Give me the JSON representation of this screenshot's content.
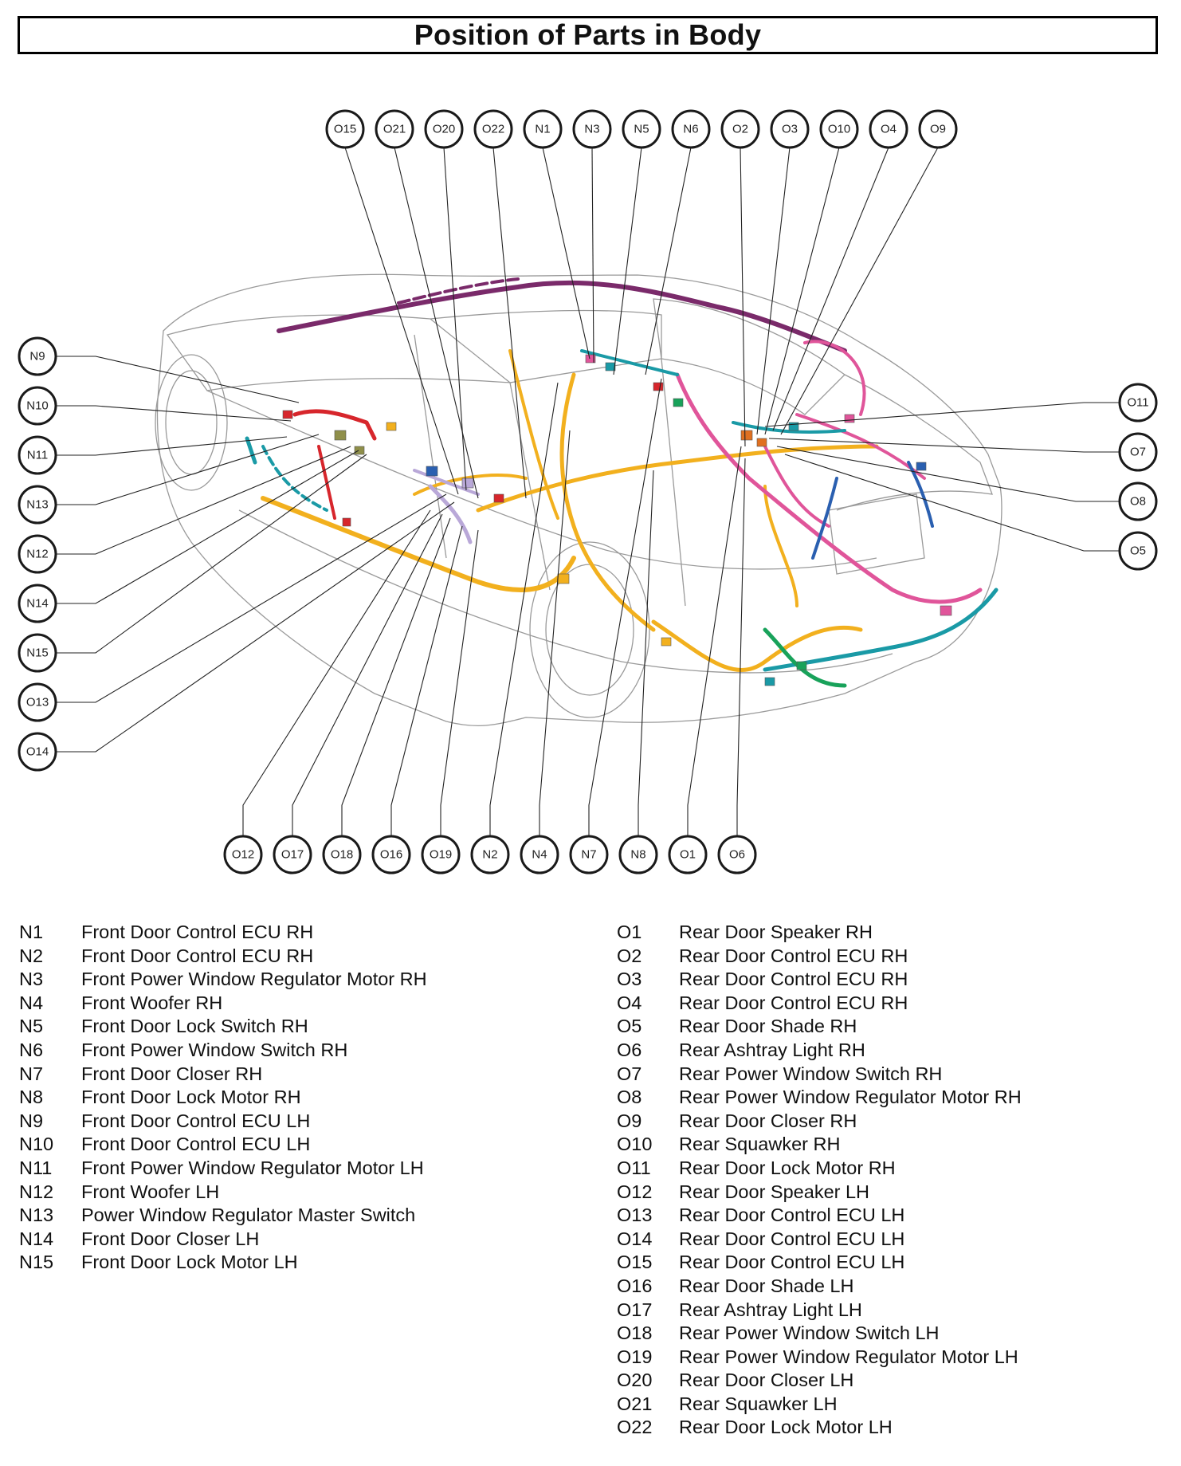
{
  "title": "Position of Parts in Body",
  "callouts": {
    "top": [
      "O15",
      "O21",
      "O20",
      "O22",
      "N1",
      "N3",
      "N5",
      "N6",
      "O2",
      "O3",
      "O10",
      "O4",
      "O9"
    ],
    "left": [
      "N9",
      "N10",
      "N11",
      "N13",
      "N12",
      "N14",
      "N15",
      "O13",
      "O14"
    ],
    "right": [
      "O11",
      "O7",
      "O8",
      "O5"
    ],
    "bottom": [
      "O12",
      "O17",
      "O18",
      "O16",
      "O19",
      "N2",
      "N4",
      "N7",
      "N8",
      "O1",
      "O6"
    ]
  },
  "legend_left": [
    {
      "code": "N1",
      "name": "Front Door Control ECU RH"
    },
    {
      "code": "N2",
      "name": "Front Door Control ECU RH"
    },
    {
      "code": "N3",
      "name": "Front Power Window Regulator Motor RH"
    },
    {
      "code": "N4",
      "name": "Front Woofer RH"
    },
    {
      "code": "N5",
      "name": "Front Door Lock Switch RH"
    },
    {
      "code": "N6",
      "name": "Front Power Window Switch RH"
    },
    {
      "code": "N7",
      "name": "Front Door Closer RH"
    },
    {
      "code": "N8",
      "name": "Front Door Lock Motor RH"
    },
    {
      "code": "N9",
      "name": "Front Door Control ECU LH"
    },
    {
      "code": "N10",
      "name": "Front Door Control ECU LH"
    },
    {
      "code": "N11",
      "name": "Front Power Window Regulator Motor LH"
    },
    {
      "code": "N12",
      "name": "Front Woofer LH"
    },
    {
      "code": "N13",
      "name": "Power Window Regulator Master Switch"
    },
    {
      "code": "N14",
      "name": "Front Door Closer LH"
    },
    {
      "code": "N15",
      "name": "Front Door Lock Motor LH"
    }
  ],
  "legend_right": [
    {
      "code": "O1",
      "name": "Rear Door Speaker RH"
    },
    {
      "code": "O2",
      "name": "Rear Door Control ECU RH"
    },
    {
      "code": "O3",
      "name": "Rear Door Control ECU RH"
    },
    {
      "code": "O4",
      "name": "Rear Door Control ECU RH"
    },
    {
      "code": "O5",
      "name": "Rear Door Shade RH"
    },
    {
      "code": "O6",
      "name": "Rear Ashtray Light RH"
    },
    {
      "code": "O7",
      "name": "Rear Power Window Switch RH"
    },
    {
      "code": "O8",
      "name": "Rear Power Window Regulator Motor RH"
    },
    {
      "code": "O9",
      "name": "Rear Door Closer RH"
    },
    {
      "code": "O10",
      "name": "Rear Squawker RH"
    },
    {
      "code": "O11",
      "name": "Rear Door Lock Motor RH"
    },
    {
      "code": "O12",
      "name": "Rear Door Speaker LH"
    },
    {
      "code": "O13",
      "name": "Rear Door Control ECU LH"
    },
    {
      "code": "O14",
      "name": "Rear Door Control ECU LH"
    },
    {
      "code": "O15",
      "name": "Rear Door Control ECU LH"
    },
    {
      "code": "O16",
      "name": "Rear Door Shade LH"
    },
    {
      "code": "O17",
      "name": "Rear Ashtray Light LH"
    },
    {
      "code": "O18",
      "name": "Rear Power Window Switch LH"
    },
    {
      "code": "O19",
      "name": "Rear Power Window Regulator Motor LH"
    },
    {
      "code": "O20",
      "name": "Rear Door Closer LH"
    },
    {
      "code": "O21",
      "name": "Rear Squawker LH"
    },
    {
      "code": "O22",
      "name": "Rear Door Lock Motor LH"
    }
  ],
  "colors": {
    "harness_main": "#f2b01e",
    "harness_rear": "#e0559a",
    "harness_roof": "#7a2a6a",
    "harness_front_left": "#d7262c",
    "harness_teal": "#1a9aa6",
    "harness_green": "#18a25a",
    "harness_blue": "#2a5fb0",
    "harness_lavender": "#b9a8d8"
  }
}
